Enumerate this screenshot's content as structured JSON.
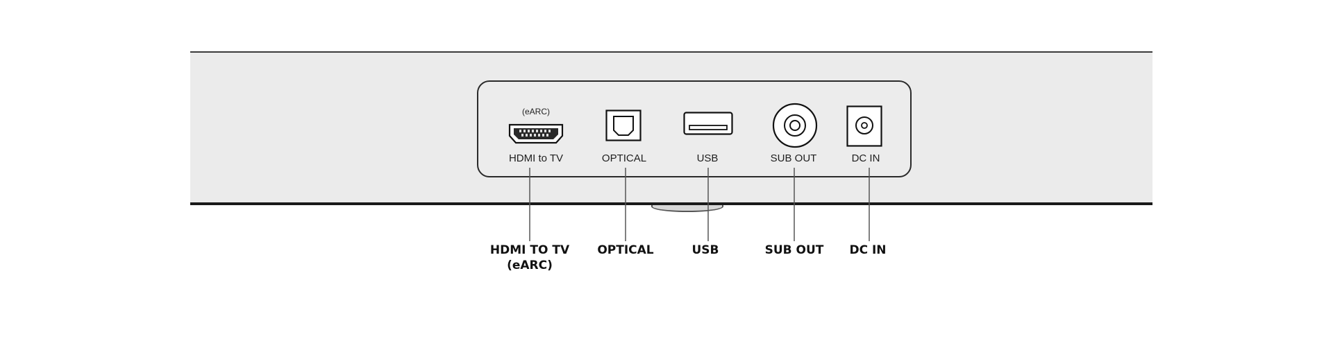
{
  "panel": {
    "ports": [
      {
        "label": "HDMI to TV",
        "sublabel": "(eARC)",
        "icon": "hdmi-port-icon"
      },
      {
        "label": "OPTICAL",
        "icon": "optical-port-icon"
      },
      {
        "label": "USB",
        "icon": "usb-port-icon"
      },
      {
        "label": "SUB OUT",
        "icon": "rca-port-icon"
      },
      {
        "label": "DC IN",
        "icon": "dc-power-port-icon"
      }
    ]
  },
  "callouts": [
    {
      "line1": "HDMI TO TV",
      "line2": "(eARC)"
    },
    {
      "line1": "OPTICAL"
    },
    {
      "line1": "USB"
    },
    {
      "line1": "SUB OUT"
    },
    {
      "line1": "DC IN"
    }
  ]
}
